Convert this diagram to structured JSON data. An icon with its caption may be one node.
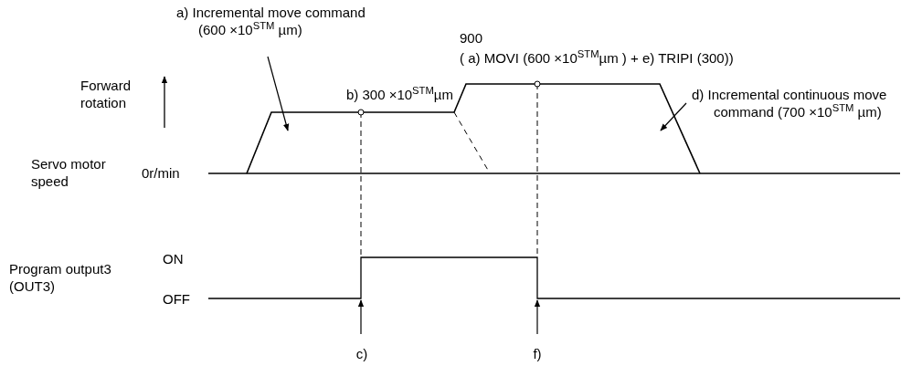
{
  "diagram": {
    "nodes": [
      {
        "text": [
          "a) Incremental move command (600 ×10$^{STM}$ µm)"
        ]
      },
      {
        "text": [
          "d) Incremental continuous move command (700 ×10$^{STM}$ µm)"
        ]
      },
      {
        "text": [
          "c)"
        ]
      },
      {
        "text": [
          "f)"
        ]
      },
      {
        "text": [],
        "shape": "trapezoid"
      },
      {
        "text": [],
        "shape": "trapezoid"
      },
      {
        "text": [],
        "shape": "line"
      }
    ],
    "edges": [
      {
        "from": 0,
        "to": 4,
        "arrow": "to"
      },
      {
        "from": 1,
        "to": 5,
        "arrow": "to"
      },
      {
        "from": 2,
        "to": 6,
        "arrow": "to"
      },
      {
        "from": 3,
        "to": 6,
        "arrow": "to"
      },
      {
        "from": 4,
        "to": 6,
        "arrow": "other",
        "style": "dashed"
      },
      {
        "from": 5,
        "to": 6,
        "arrow": "other",
        "style": "dashed"
      }
    ],
    "labels": [
      "900",
      "( a) MOVI (600 ×10$^{STM}$µm ) + e) TRIPI (300))",
      "Forward rotation",
      "b) 300 ×10$^{STM}$µm",
      "Servo motor speed",
      "0r/min",
      "ON",
      "Program output3 (OUT3)",
      "OFF"
    ]
  }
}
